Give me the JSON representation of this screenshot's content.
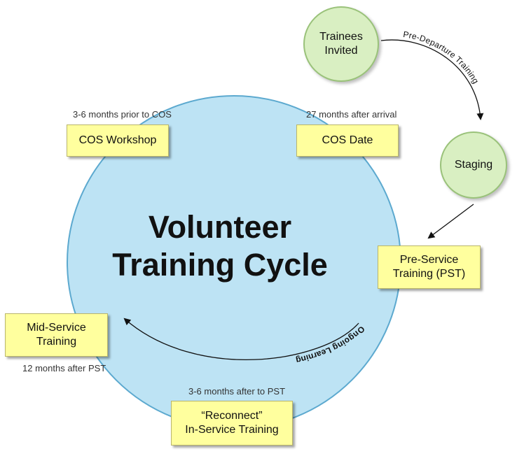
{
  "title": {
    "line1": "Volunteer",
    "line2": "Training Cycle"
  },
  "nodes": {
    "trainees": {
      "line1": "Trainees",
      "line2": "Invited"
    },
    "staging": {
      "label": "Staging"
    }
  },
  "boxes": {
    "cos_workshop": {
      "label": "COS Workshop",
      "note": "3-6 months prior to COS"
    },
    "cos_date": {
      "label": "COS Date",
      "note": "27 months after arrival"
    },
    "pst": {
      "line1": "Pre-Service",
      "line2": "Training (PST)"
    },
    "mid_service": {
      "line1": "Mid-Service",
      "line2": "Training",
      "note": "12 months after PST"
    },
    "reconnect": {
      "line1": "“Reconnect”",
      "line2": "In-Service Training",
      "note": "3-6 months after to PST"
    }
  },
  "arrows": {
    "pre_departure": "Pre-Departure Training",
    "ongoing": "Ongoing Learning"
  },
  "colors": {
    "big_circle_fill": "#bde3f4",
    "big_circle_stroke": "#5ca9cf",
    "box_fill": "#ffff9e",
    "node_fill": "#d9efc2"
  }
}
